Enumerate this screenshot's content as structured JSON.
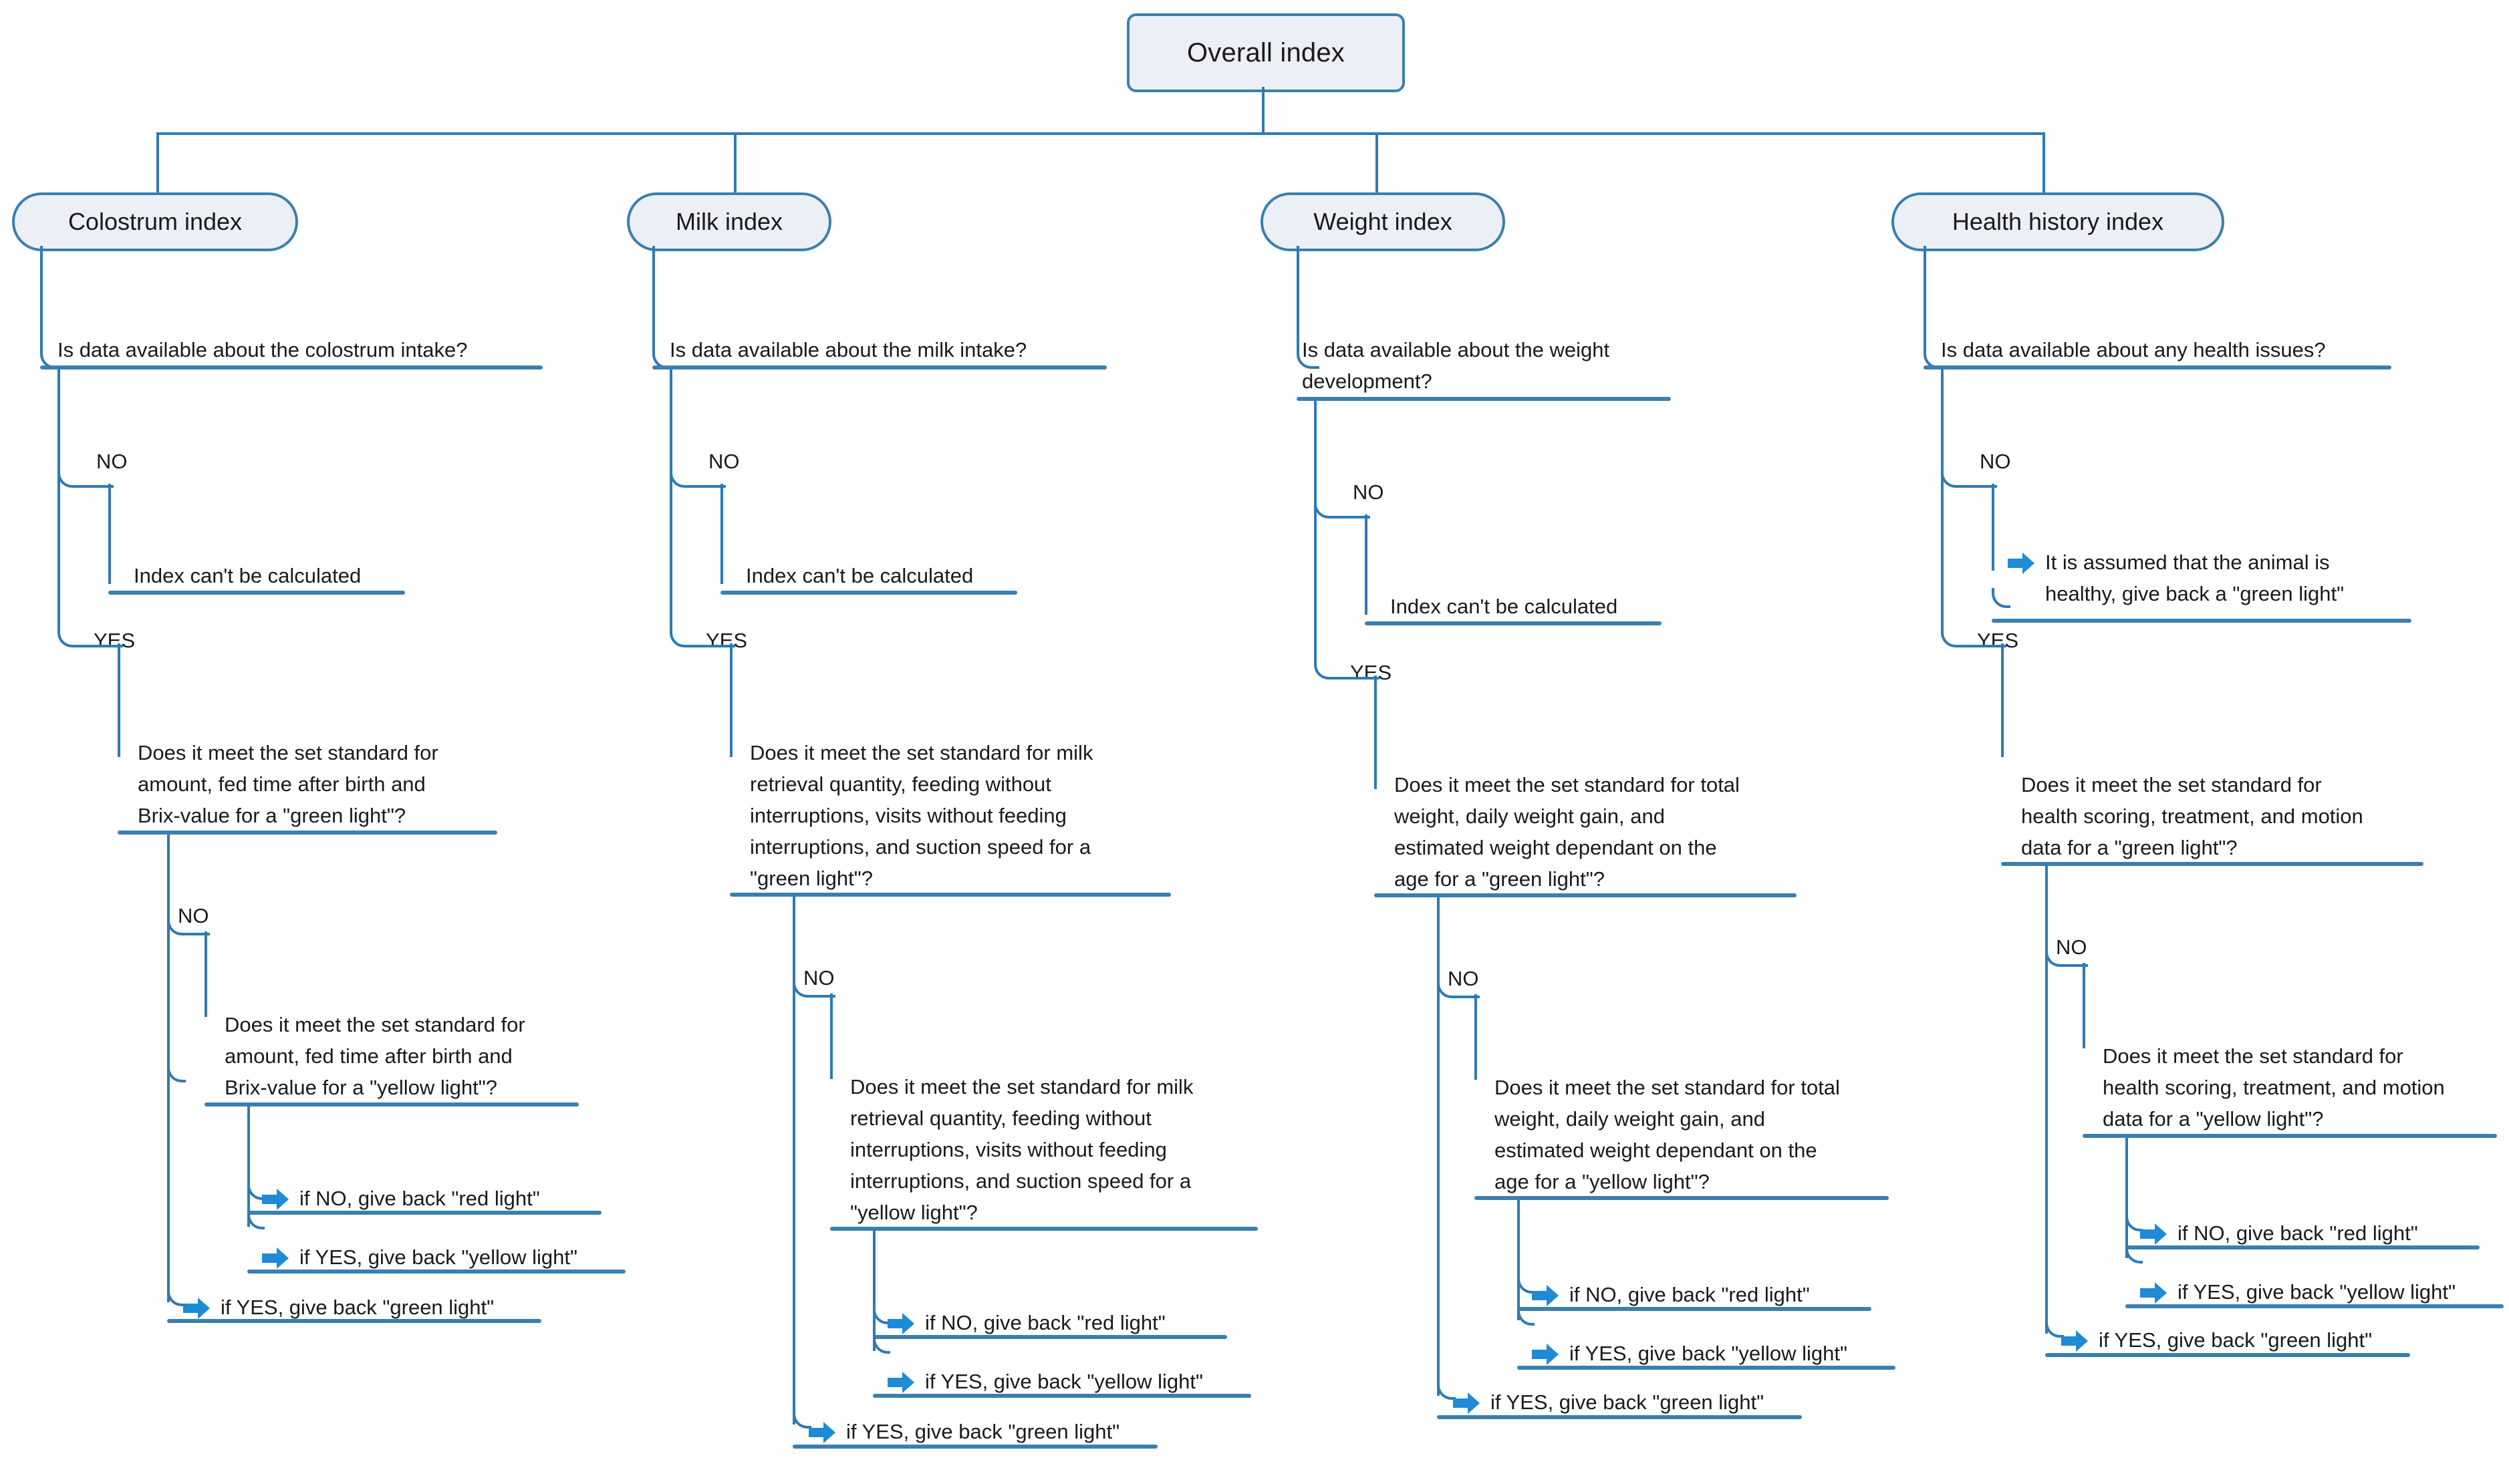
{
  "diagram": {
    "title": "Overall index decision tree",
    "colors": {
      "connector": "#2e7ab5",
      "node_border": "#3a7fae",
      "node_fill": "#eceff5",
      "arrow": "#1f8ad6",
      "text": "#1a1a1a",
      "background": "#ffffff"
    },
    "icons": {
      "arrow": "arrow-right-icon"
    },
    "root": {
      "label": "Overall index"
    },
    "branches": [
      {
        "id": "colostrum",
        "node_label": "Colostrum index",
        "question": "Is data available about the colostrum intake?",
        "no_label": "NO",
        "yes_label": "YES",
        "no_result": "Index can't be calculated",
        "yes_question": "Does it meet the set standard for\namount, fed time after birth and\nBrix-value for a \"green light\"?",
        "green_no_label": "NO",
        "yellow_question": "Does it meet the set standard for\namount, fed time after birth and\nBrix-value for a \"yellow light\"?",
        "yellow_no_result": "if NO, give back \"red light\"",
        "yellow_yes_result": "if YES, give back \"yellow light\"",
        "green_yes_result": "if YES, give back \"green light\""
      },
      {
        "id": "milk",
        "node_label": "Milk index",
        "question": "Is data available about the milk intake?",
        "no_label": "NO",
        "yes_label": "YES",
        "no_result": "Index can't be calculated",
        "yes_question": "Does it meet the set standard for milk\nretrieval quantity, feeding without\ninterruptions, visits without feeding\ninterruptions, and suction speed for a\n\"green light\"?",
        "green_no_label": "NO",
        "yellow_question": "Does it meet the set standard for milk\nretrieval quantity, feeding without\ninterruptions, visits without feeding\ninterruptions, and suction speed for a\n\"yellow light\"?",
        "yellow_no_result": "if NO, give back \"red light\"",
        "yellow_yes_result": "if YES, give back \"yellow light\"",
        "green_yes_result": "if YES, give back \"green light\""
      },
      {
        "id": "weight",
        "node_label": "Weight index",
        "question": "Is data available about the weight\ndevelopment?",
        "no_label": "NO",
        "yes_label": "YES",
        "no_result": "Index can't be calculated",
        "yes_question": "Does it meet the set standard for total\nweight, daily weight gain, and\nestimated weight dependant on the\nage for a \"green light\"?",
        "green_no_label": "NO",
        "yellow_question": "Does it meet the set standard for total\nweight, daily weight gain, and\nestimated weight dependant on the\nage for a \"yellow light\"?",
        "yellow_no_result": "if NO, give back \"red light\"",
        "yellow_yes_result": "if YES, give back \"yellow light\"",
        "green_yes_result": "if YES, give back \"green light\""
      },
      {
        "id": "health",
        "node_label": "Health history index",
        "question": "Is data available about any health issues?",
        "no_label": "NO",
        "yes_label": "YES",
        "no_result": "It is assumed that the animal is\nhealthy, give back a \"green light\"",
        "yes_question": "Does it meet the set standard for\nhealth scoring, treatment, and motion\ndata for a \"green light\"?",
        "green_no_label": "NO",
        "yellow_question": "Does it meet the set standard for\nhealth scoring, treatment, and motion\ndata for a \"yellow light\"?",
        "yellow_no_result": "if NO, give back \"red light\"",
        "yellow_yes_result": "if YES, give back \"yellow light\"",
        "green_yes_result": "if YES, give back \"green light\""
      }
    ]
  }
}
